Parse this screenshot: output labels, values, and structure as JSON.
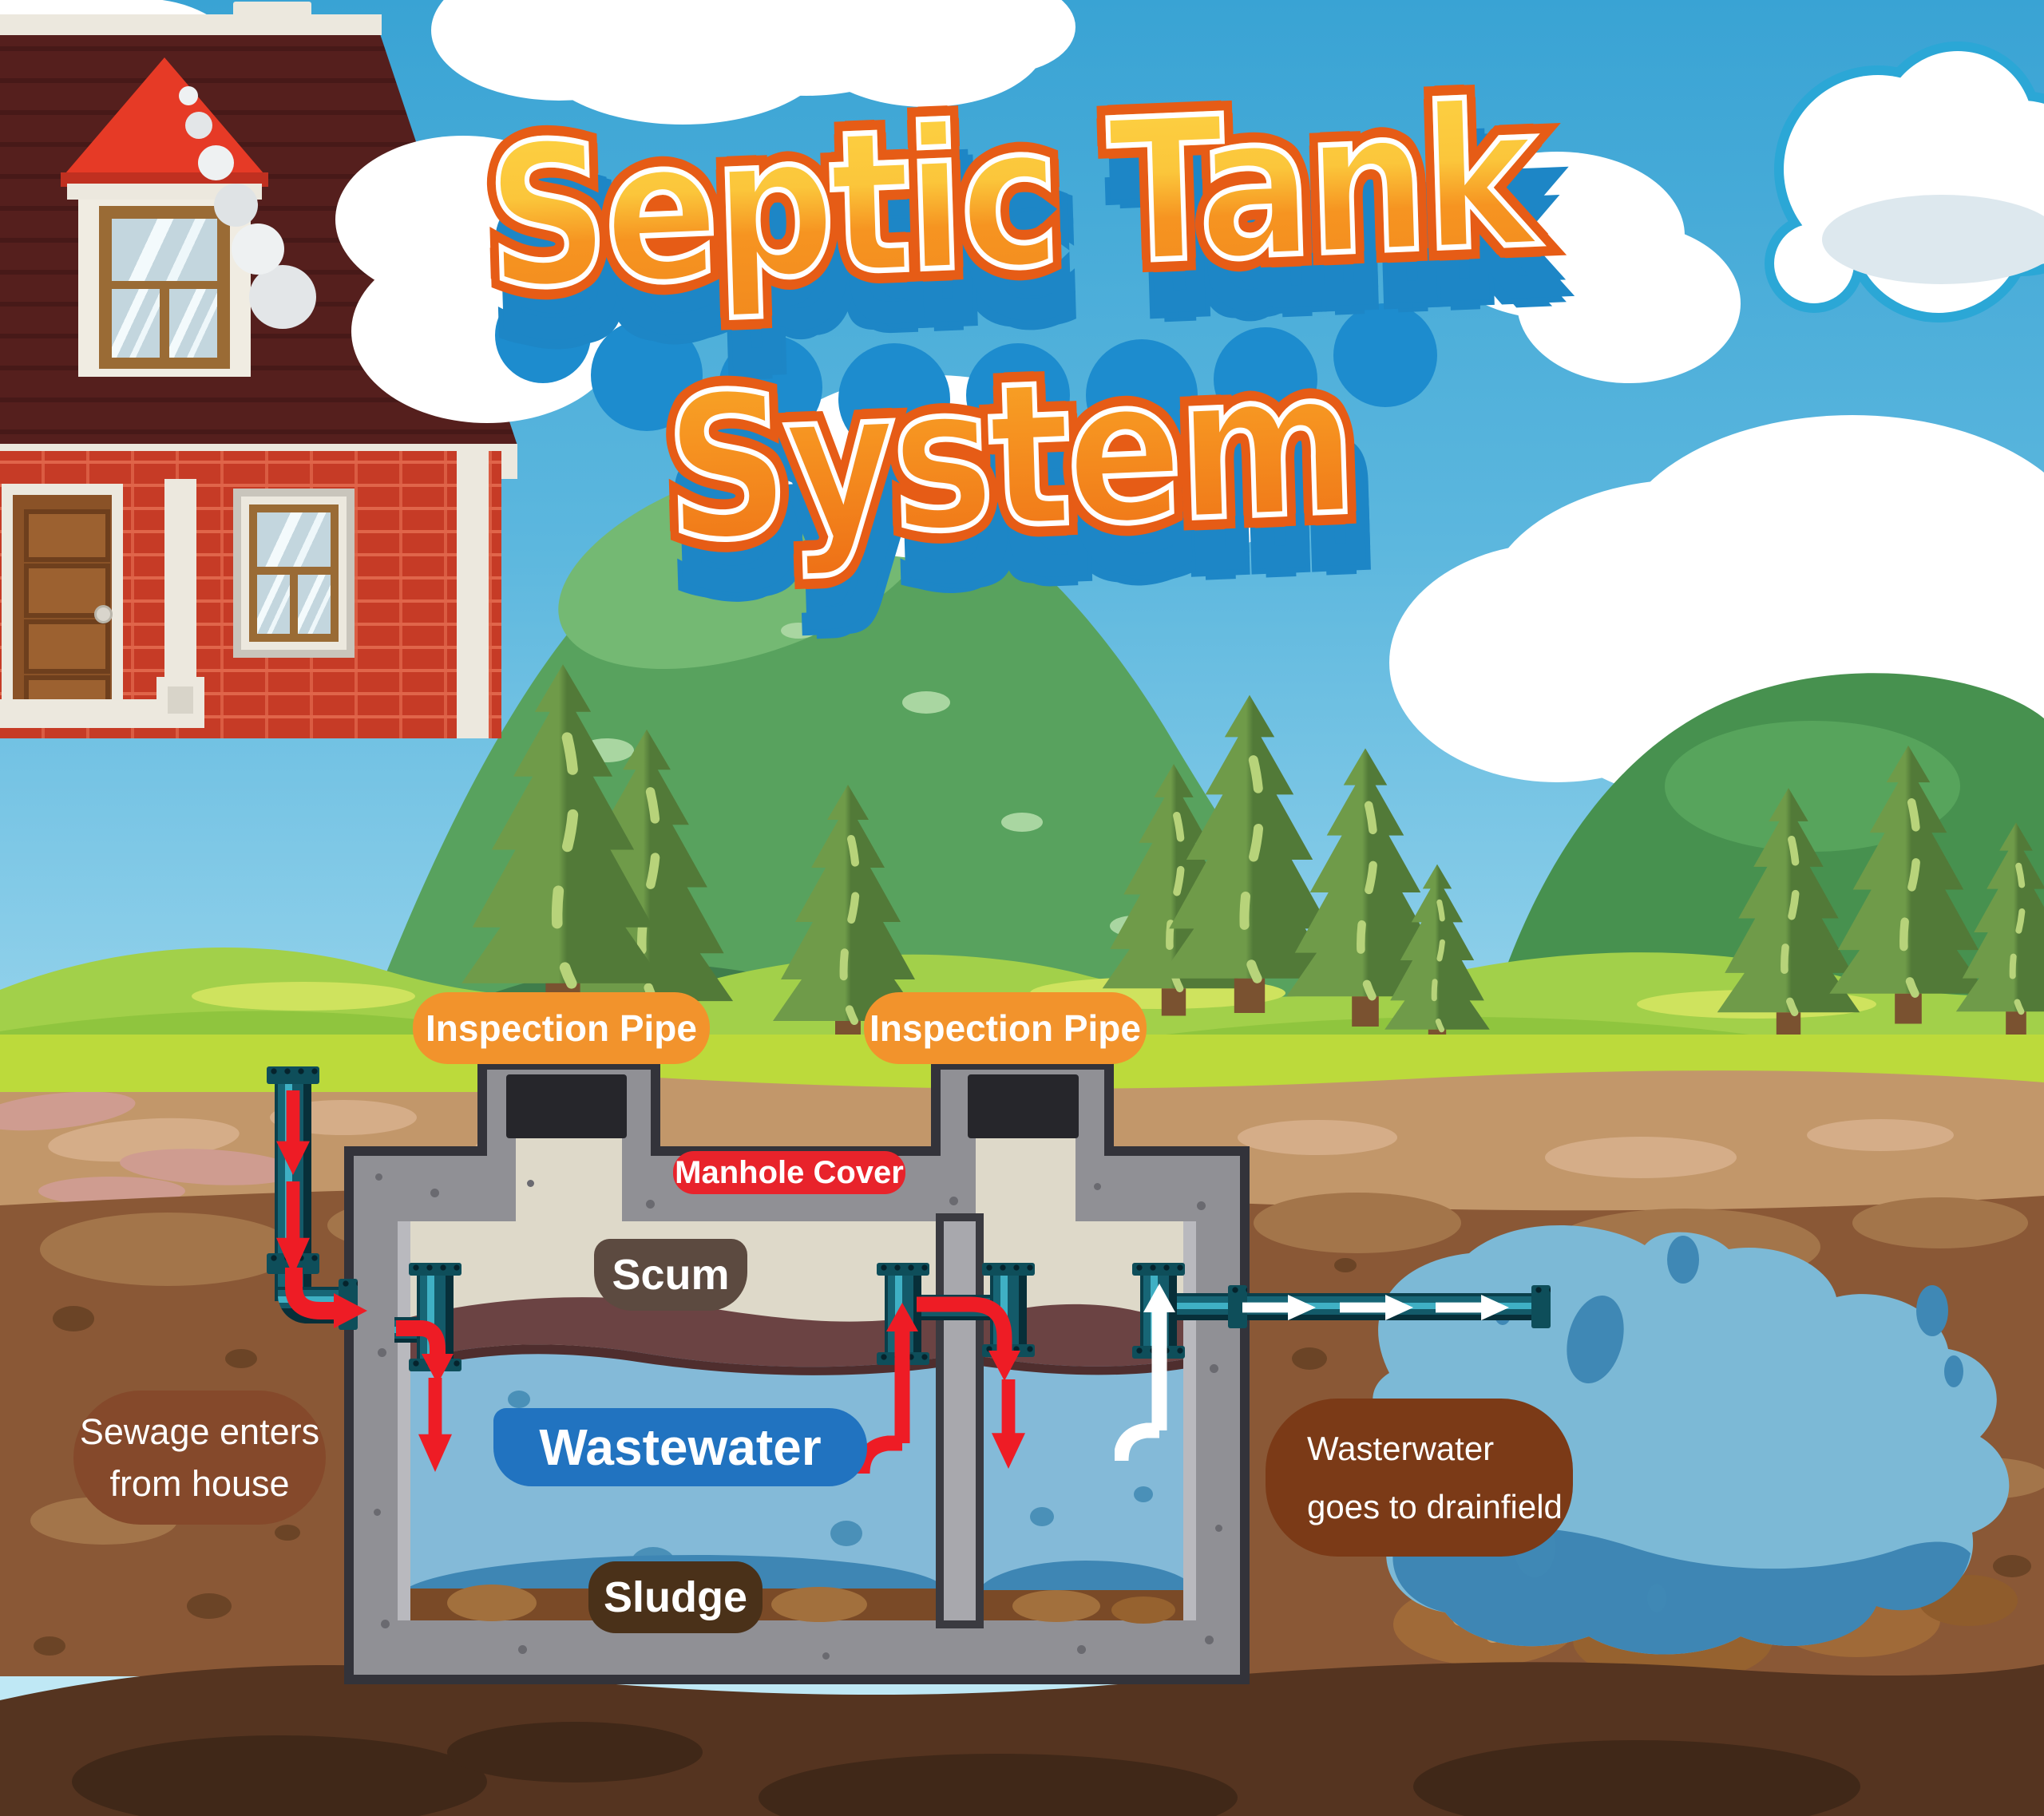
{
  "title": {
    "line1": "Septic Tank",
    "line2": "System"
  },
  "labels": {
    "inspection_pipe_left": "Inspection Pipe",
    "inspection_pipe_right": "Inspection Pipe",
    "manhole_cover": "Manhole Cover",
    "scum": "Scum",
    "wastewater": "Wastewater",
    "sludge": "Sludge",
    "sewage_note_line1": "Sewage enters",
    "sewage_note_line2": "from house",
    "drainfield_note_line1": "Wasterwater",
    "drainfield_note_line2": "goes to drainfield"
  },
  "colors": {
    "title_fill_top": "#fdd444",
    "title_fill_bottom": "#f28a1e",
    "title_outline": "#e65c16",
    "title_shadow_blue": "#1d86c6",
    "label_orange": "#f2932c",
    "label_red": "#e8232b",
    "label_blue": "#2173c0",
    "label_scum_brown": "#5c4a40",
    "label_sludge_brown": "#4a3119",
    "note_brown": "#85492b",
    "note_dark_rust": "#7b3a17",
    "flow_arrow_red": "#ee1c25",
    "flow_arrow_white": "#ffffff",
    "pipe_teal": "#176676",
    "tank_wall_gray": "#909095",
    "tank_interior_cream": "#ded9c9",
    "scum_layer": "#6b4343",
    "wastewater_blue": "#84bad8",
    "drainfield_blue": "#7cb9d6",
    "grass_green": "#bcda3b",
    "dirt_tan": "#c2976a",
    "dirt_brown": "#8a5836",
    "dirt_dark": "#553420"
  }
}
